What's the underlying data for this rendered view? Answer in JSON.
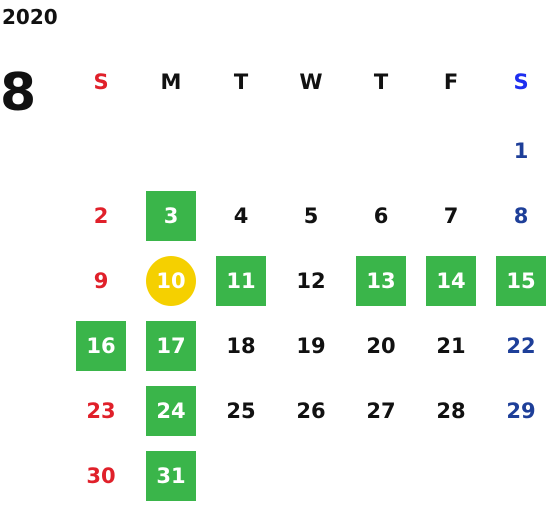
{
  "calendar": {
    "year": "2020",
    "month": "8",
    "weekdays": [
      "S",
      "M",
      "T",
      "W",
      "T",
      "F",
      "S"
    ],
    "today": 10,
    "highlighted_days": [
      3,
      11,
      13,
      14,
      15,
      16,
      17,
      24,
      31
    ],
    "weeks": [
      [
        "",
        "",
        "",
        "",
        "",
        "",
        "1"
      ],
      [
        "2",
        "3",
        "4",
        "5",
        "6",
        "7",
        "8"
      ],
      [
        "9",
        "10",
        "11",
        "12",
        "13",
        "14",
        "15"
      ],
      [
        "16",
        "17",
        "18",
        "19",
        "20",
        "21",
        "22"
      ],
      [
        "23",
        "24",
        "25",
        "26",
        "27",
        "28",
        "29"
      ],
      [
        "30",
        "31",
        "",
        "",
        "",
        "",
        ""
      ]
    ]
  },
  "colors": {
    "sunday": "#e0202a",
    "saturday": "#1e3f99",
    "saturday_header": "#1d2ef0",
    "highlight": "#3ab54a",
    "today": "#f5d000",
    "text": "#111111"
  }
}
